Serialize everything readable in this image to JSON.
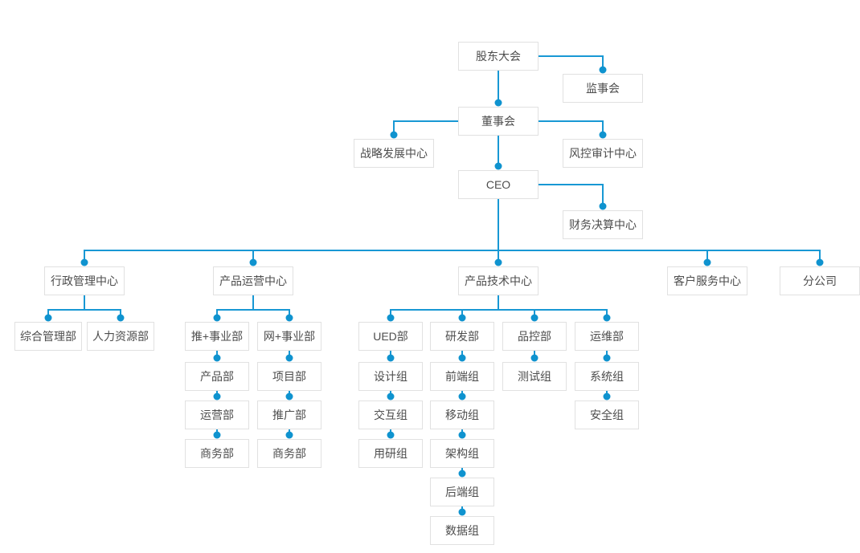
{
  "colors": {
    "line": "#1898d4",
    "dot": "#0f93cf",
    "box_border": "#e1e1e1",
    "box_bg": "#ffffff",
    "text": "#4d4d4d",
    "background": "#ffffff"
  },
  "nodes": {
    "shareholders": {
      "label": "股东大会"
    },
    "supervisory_board": {
      "label": "监事会"
    },
    "board": {
      "label": "董事会"
    },
    "strategy_center": {
      "label": "战略发展中心"
    },
    "risk_audit_center": {
      "label": "风控审计中心"
    },
    "ceo": {
      "label": "CEO"
    },
    "finance_center": {
      "label": "财务决算中心"
    },
    "admin_center": {
      "label": "行政管理中心"
    },
    "product_ops_center": {
      "label": "产品运营中心"
    },
    "product_tech_center": {
      "label": "产品技术中心"
    },
    "customer_service_center": {
      "label": "客户服务中心"
    },
    "branch_company": {
      "label": "分公司"
    },
    "general_admin_dept": {
      "label": "综合管理部"
    },
    "hr_dept": {
      "label": "人力资源部"
    },
    "tui_business_dept": {
      "label": "推+事业部"
    },
    "wang_business_dept": {
      "label": "网+事业部"
    },
    "product_dept": {
      "label": "产品部"
    },
    "operations_dept": {
      "label": "运营部"
    },
    "business_dept_1": {
      "label": "商务部"
    },
    "project_dept": {
      "label": "项目部"
    },
    "promotion_dept": {
      "label": "推广部"
    },
    "business_dept_2": {
      "label": "商务部"
    },
    "ued_dept": {
      "label": "UED部"
    },
    "rd_dept": {
      "label": "研发部"
    },
    "qc_dept": {
      "label": "品控部"
    },
    "om_dept": {
      "label": "运维部"
    },
    "design_group": {
      "label": "设计组"
    },
    "interaction_group": {
      "label": "交互组"
    },
    "user_research_group": {
      "label": "用研组"
    },
    "frontend_group": {
      "label": "前端组"
    },
    "mobile_group": {
      "label": "移动组"
    },
    "architecture_group": {
      "label": "架构组"
    },
    "backend_group": {
      "label": "后端组"
    },
    "data_group": {
      "label": "数据组"
    },
    "testing_group": {
      "label": "测试组"
    },
    "system_group": {
      "label": "系统组"
    },
    "security_group": {
      "label": "安全组"
    }
  }
}
